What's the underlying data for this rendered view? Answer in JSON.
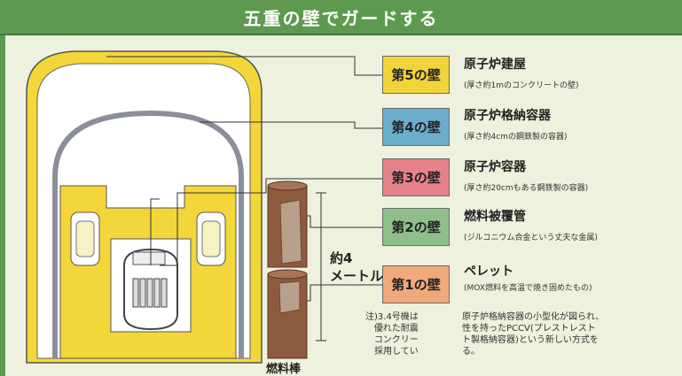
{
  "header": {
    "title": "五重の壁でガードする"
  },
  "walls": [
    {
      "badge": "第5の壁",
      "name": "原子炉建屋",
      "desc": "(厚さ約1mのコンクリートの壁)",
      "color": "#f1d33a"
    },
    {
      "badge": "第4の壁",
      "name": "原子炉格納容器",
      "desc": "(厚さ約4cmの鋼鉄製の容器)",
      "color": "#6aaecb"
    },
    {
      "badge": "第3の壁",
      "name": "原子炉容器",
      "desc": "(厚さ約20cmもある鋼鉄製の容器)",
      "color": "#e6828b"
    },
    {
      "badge": "第2の壁",
      "name": "燃料被覆管",
      "desc": "(ジルコニウム合金という丈夫な金属)",
      "color": "#8ebf8a"
    },
    {
      "badge": "第1の壁",
      "name": "ペレット",
      "desc": "(MOX燃料を高温で焼き固めたもの)",
      "color": "#f0a97a"
    }
  ],
  "rod": {
    "length_line1": "約4",
    "length_line2": "メートル",
    "name": "燃料棒"
  },
  "note": {
    "left_lines": [
      "注)3.4号機は",
      "優れた耐震",
      "コンクリー",
      "採用してい"
    ],
    "right_lines": [
      "原子炉格納容器の小型化が図られ、",
      "性を持ったPCCV(プレストレスト",
      "ト製格納容器)という新しい方式を",
      "る。"
    ]
  }
}
